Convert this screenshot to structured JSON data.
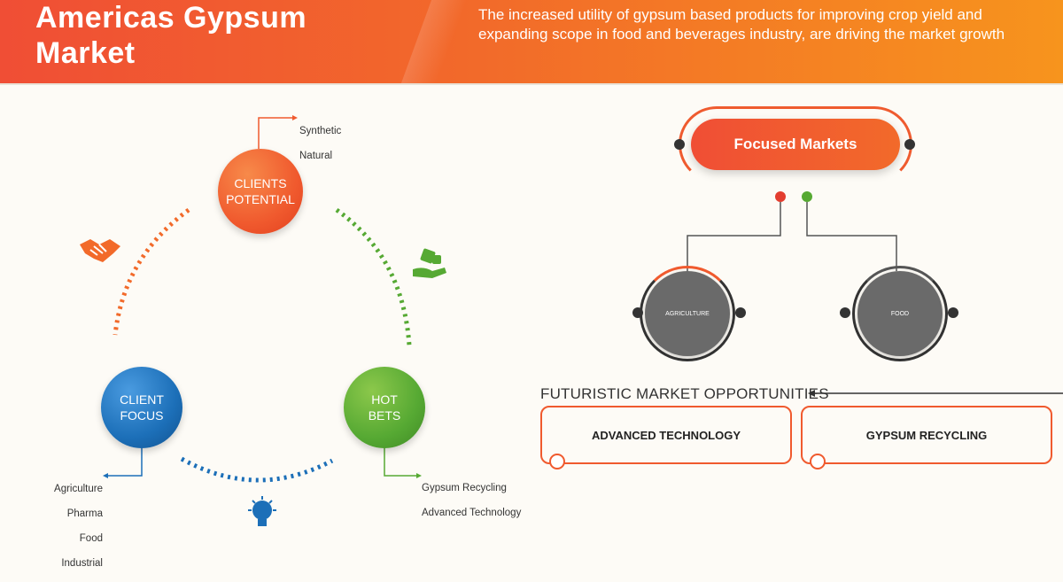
{
  "header": {
    "title": "Americas Gypsum\nMarket",
    "subtitle": "The increased utility of gypsum based products for improving crop yield and expanding scope in food and beverages industry, are driving the market growth",
    "accent": "#f26a2a"
  },
  "cycle": {
    "clients_potential": {
      "label": "CLIENTS\nPOTENTIAL",
      "color": "#f05a2e",
      "items": [
        "Synthetic",
        "Natural"
      ]
    },
    "hot_bets": {
      "label": "HOT\nBETS",
      "color": "#56a933",
      "items": [
        "Gypsum Recycling",
        "Advanced Technology"
      ]
    },
    "client_focus": {
      "label": "CLIENT\nFOCUS",
      "color": "#1c6fb8",
      "items": [
        "Agriculture",
        "Pharma",
        "Food",
        "Industrial"
      ]
    },
    "icons": [
      "handshake-icon",
      "money-hand-icon",
      "lightbulb-icon"
    ]
  },
  "focused_markets": {
    "title": "Focused Markets",
    "markets": [
      "AGRICULTURE",
      "FOOD"
    ]
  },
  "opportunities": {
    "title": "FUTURISTIC MARKET OPPORTUNITIES",
    "items": [
      "ADVANCED TECHNOLOGY",
      "GYPSUM RECYCLING"
    ]
  }
}
